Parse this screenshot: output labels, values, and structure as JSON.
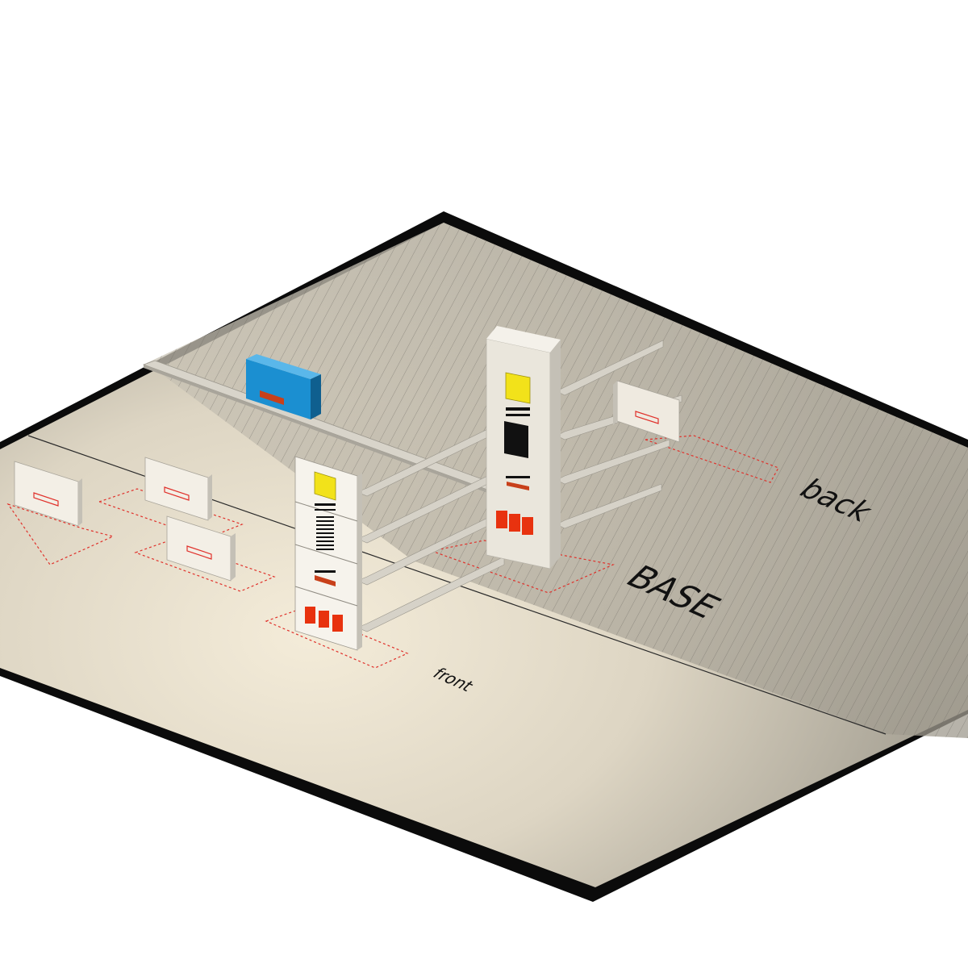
{
  "labels": {
    "back": "back",
    "base": "BASE",
    "front": "front"
  },
  "colors": {
    "frame": "#0b0b0b",
    "floor_light": "#e9e1cf",
    "floor_dark": "#b7b1a3",
    "hatch": "#6f6b63",
    "panel": "#f3efe6",
    "rail": "#d8d4ca",
    "footprint": "#e0312b",
    "module_yellow": "#f2e21a",
    "module_blue": "#1b8fd1",
    "module_red": "#e8320f",
    "module_black": "#111111"
  }
}
